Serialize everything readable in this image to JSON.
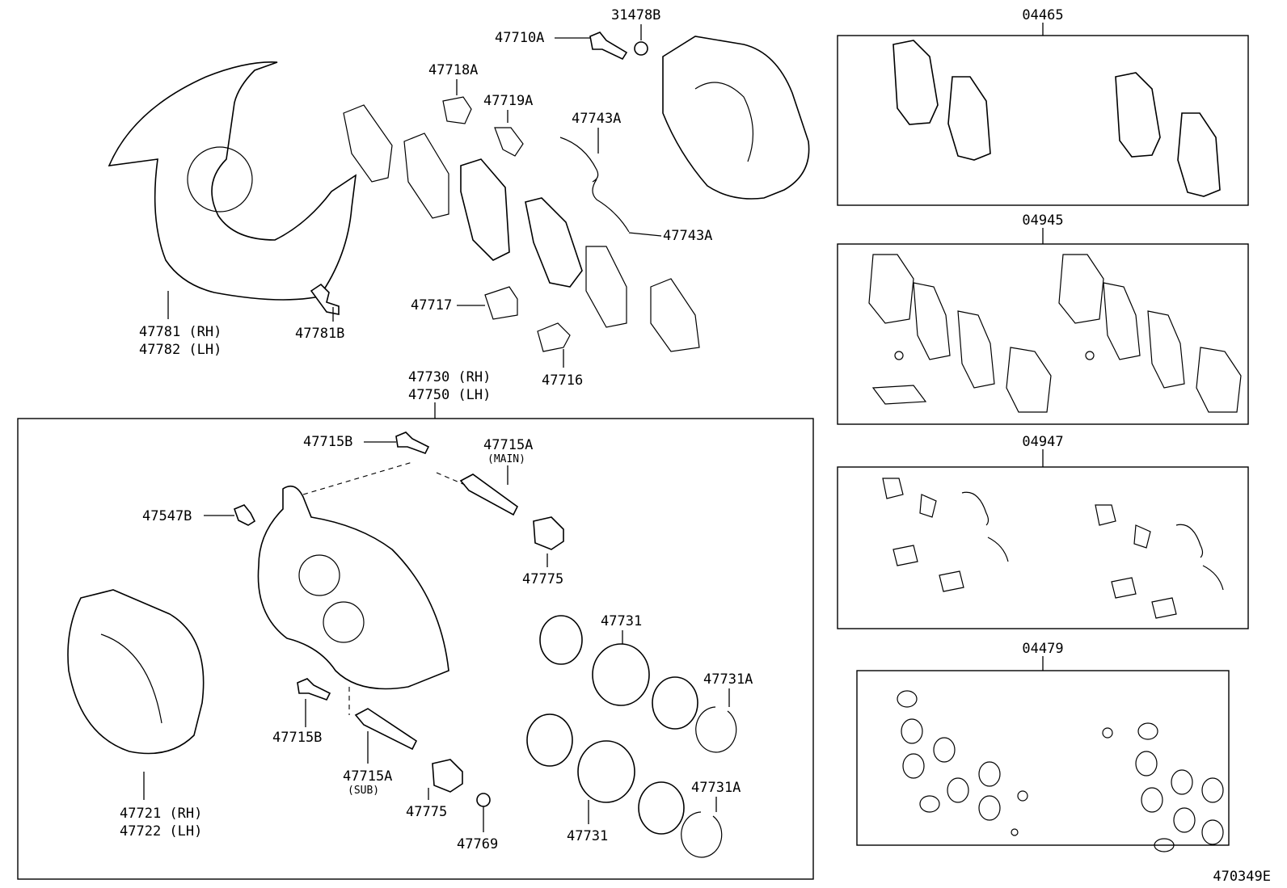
{
  "figure_id": "470349E",
  "kits": [
    {
      "id": "kit-04465",
      "code": "04465"
    },
    {
      "id": "kit-04945",
      "code": "04945"
    },
    {
      "id": "kit-04947",
      "code": "04947"
    },
    {
      "id": "kit-04479",
      "code": "04479"
    }
  ],
  "assembly": {
    "code_rh": "47730 (RH)",
    "code_lh": "47750 (LH)"
  },
  "parts": {
    "p31478B": "31478B",
    "p47710A": "47710A",
    "p47718A": "47718A",
    "p47719A": "47719A",
    "p47743A_top": "47743A",
    "p47743A_bot": "47743A",
    "p47781_rh": "47781 (RH)",
    "p47782_lh": "47782 (LH)",
    "p47781B": "47781B",
    "p47717": "47717",
    "p47716": "47716",
    "p47715B_top": "47715B",
    "p47715A_main": "47715A",
    "p47715A_main_note": "(MAIN)",
    "p47547B": "47547B",
    "p47775_top": "47775",
    "p47731_top": "47731",
    "p47731A_top": "47731A",
    "p47715B_bot": "47715B",
    "p47715A_sub": "47715A",
    "p47715A_sub_note": "(SUB)",
    "p47775_bot": "47775",
    "p47769": "47769",
    "p47731_bot": "47731",
    "p47731A_bot": "47731A",
    "p47721_rh": "47721 (RH)",
    "p47722_lh": "47722 (LH)"
  }
}
